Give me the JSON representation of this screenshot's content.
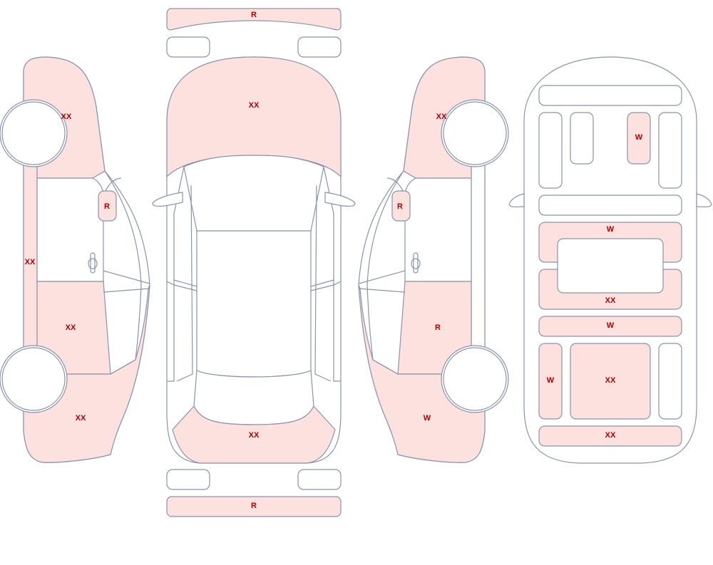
{
  "colors": {
    "damage_fill": "#fde1de",
    "outline": "#8a93ad",
    "label": "#b00000"
  },
  "left_side": {
    "front_fender": "XX",
    "mirror": "R",
    "sill": "XX",
    "rear_door": "XX",
    "rear_quarter": "XX"
  },
  "top_view": {
    "front_bumper": "R",
    "hood": "XX",
    "trunk": "XX",
    "rear_bumper": "R"
  },
  "right_side": {
    "front_fender": "XX",
    "mirror": "R",
    "rear_door": "R",
    "rear_quarter": "W"
  },
  "interior": {
    "rear_right_seat": "W",
    "floor_front": "W",
    "floor_rear": "XX",
    "trunk_edge": "W",
    "left_trunk_side": "W",
    "trunk_floor": "XX",
    "rear_panel": "XX"
  }
}
